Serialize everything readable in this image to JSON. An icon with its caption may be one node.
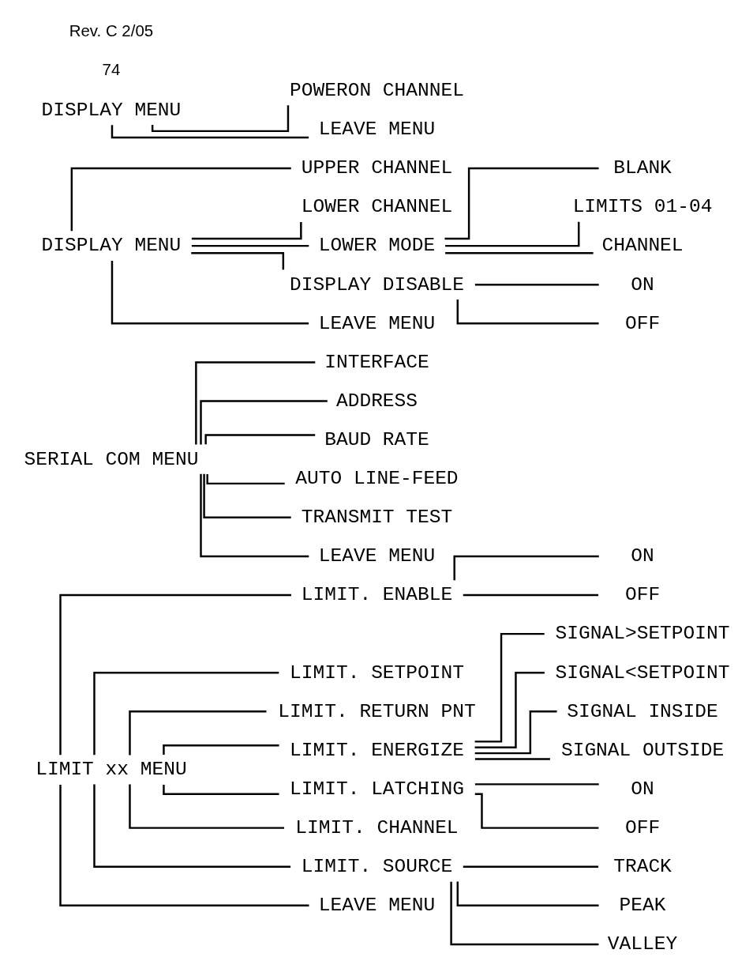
{
  "diagram": {
    "nodes": [
      {
        "text": [
          "LIMIT xx MENU"
        ]
      },
      {
        "text": [
          "LIMIT. ENABLE"
        ]
      },
      {
        "text": [
          "ON"
        ]
      },
      {
        "text": [
          "OFF"
        ]
      },
      {
        "text": [
          "LIMIT. SETPOINT"
        ]
      },
      {
        "text": [
          "LIMIT. RETURN PNT"
        ]
      },
      {
        "text": [
          "LIMIT. ENERGIZE"
        ]
      },
      {
        "text": [
          "SIGNAL>SETPOINT"
        ]
      },
      {
        "text": [
          "SIGNAL<SETPOINT"
        ]
      },
      {
        "text": [
          "SIGNAL INSIDE"
        ]
      },
      {
        "text": [
          "SIGNAL OUTSIDE"
        ]
      },
      {
        "text": [
          "LIMIT. LATCHING"
        ]
      },
      {
        "text": [
          "ON"
        ]
      },
      {
        "text": [
          "OFF"
        ]
      },
      {
        "text": [
          "LIMIT. CHANNEL"
        ]
      },
      {
        "text": [
          "LIMIT. SOURCE"
        ]
      },
      {
        "text": [
          "TRACK"
        ]
      },
      {
        "text": [
          "PEAK"
        ]
      },
      {
        "text": [
          "VALLEY"
        ]
      },
      {
        "text": [
          "LEAVE MENU"
        ]
      },
      {
        "text": [
          "SERIAL COM MENU"
        ]
      },
      {
        "text": [
          "INTERFACE"
        ]
      },
      {
        "text": [
          "ADDRESS"
        ]
      },
      {
        "text": [
          "BAUD RATE"
        ]
      },
      {
        "text": [
          "AUTO LINE-FEED"
        ]
      },
      {
        "text": [
          "TRANSMIT TEST"
        ]
      },
      {
        "text": [
          "LEAVE MENU"
        ]
      },
      {
        "text": [
          "DISPLAY MENU"
        ]
      },
      {
        "text": [
          "UPPER CHANNEL"
        ]
      },
      {
        "text": [
          "LOWER CHANNEL"
        ]
      },
      {
        "text": [
          "LOWER MODE"
        ]
      },
      {
        "text": [
          "BLANK"
        ]
      },
      {
        "text": [
          "LIMITS 01-04"
        ]
      },
      {
        "text": [
          "CHANNEL"
        ]
      },
      {
        "text": [
          "DISPLAY DISABLE"
        ]
      },
      {
        "text": [
          "ON"
        ]
      },
      {
        "text": [
          "OFF"
        ]
      },
      {
        "text": [
          "LEAVE MENU"
        ]
      },
      {
        "text": [
          "DISPLAY MENU"
        ]
      },
      {
        "text": [
          "POWERON CHANNEL"
        ]
      },
      {
        "text": [
          "LEAVE MENU"
        ]
      }
    ],
    "edges": [
      {
        "from": 0,
        "to": 1,
        "arrow": "none"
      },
      {
        "from": 1,
        "to": 2,
        "arrow": "none"
      },
      {
        "from": 1,
        "to": 3,
        "arrow": "none"
      },
      {
        "from": 0,
        "to": 4,
        "arrow": "none"
      },
      {
        "from": 0,
        "to": 5,
        "arrow": "none"
      },
      {
        "from": 0,
        "to": 6,
        "arrow": "none"
      },
      {
        "from": 6,
        "to": 7,
        "arrow": "none"
      },
      {
        "from": 6,
        "to": 8,
        "arrow": "none"
      },
      {
        "from": 6,
        "to": 9,
        "arrow": "none"
      },
      {
        "from": 6,
        "to": 10,
        "arrow": "none"
      },
      {
        "from": 0,
        "to": 11,
        "arrow": "none"
      },
      {
        "from": 11,
        "to": 12,
        "arrow": "none"
      },
      {
        "from": 11,
        "to": 13,
        "arrow": "none"
      },
      {
        "from": 0,
        "to": 14,
        "arrow": "none"
      },
      {
        "from": 0,
        "to": 15,
        "arrow": "none"
      },
      {
        "from": 15,
        "to": 16,
        "arrow": "none"
      },
      {
        "from": 15,
        "to": 17,
        "arrow": "none"
      },
      {
        "from": 15,
        "to": 18,
        "arrow": "none"
      },
      {
        "from": 0,
        "to": 19,
        "arrow": "none"
      },
      {
        "from": 20,
        "to": 21,
        "arrow": "none"
      },
      {
        "from": 20,
        "to": 22,
        "arrow": "none"
      },
      {
        "from": 20,
        "to": 23,
        "arrow": "none"
      },
      {
        "from": 20,
        "to": 24,
        "arrow": "none"
      },
      {
        "from": 20,
        "to": 25,
        "arrow": "none"
      },
      {
        "from": 20,
        "to": 26,
        "arrow": "none"
      },
      {
        "from": 27,
        "to": 28,
        "arrow": "none"
      },
      {
        "from": 27,
        "to": 29,
        "arrow": "none"
      },
      {
        "from": 27,
        "to": 30,
        "arrow": "none"
      },
      {
        "from": 30,
        "to": 31,
        "arrow": "none"
      },
      {
        "from": 30,
        "to": 32,
        "arrow": "none"
      },
      {
        "from": 30,
        "to": 33,
        "arrow": "none"
      },
      {
        "from": 27,
        "to": 34,
        "arrow": "none"
      },
      {
        "from": 34,
        "to": 35,
        "arrow": "none"
      },
      {
        "from": 34,
        "to": 36,
        "arrow": "none"
      },
      {
        "from": 27,
        "to": 37,
        "arrow": "none"
      },
      {
        "from": 38,
        "to": 39,
        "arrow": "none"
      },
      {
        "from": 38,
        "to": 40,
        "arrow": "none"
      }
    ],
    "labels": [
      "74",
      "Rev. C 2/05"
    ]
  }
}
